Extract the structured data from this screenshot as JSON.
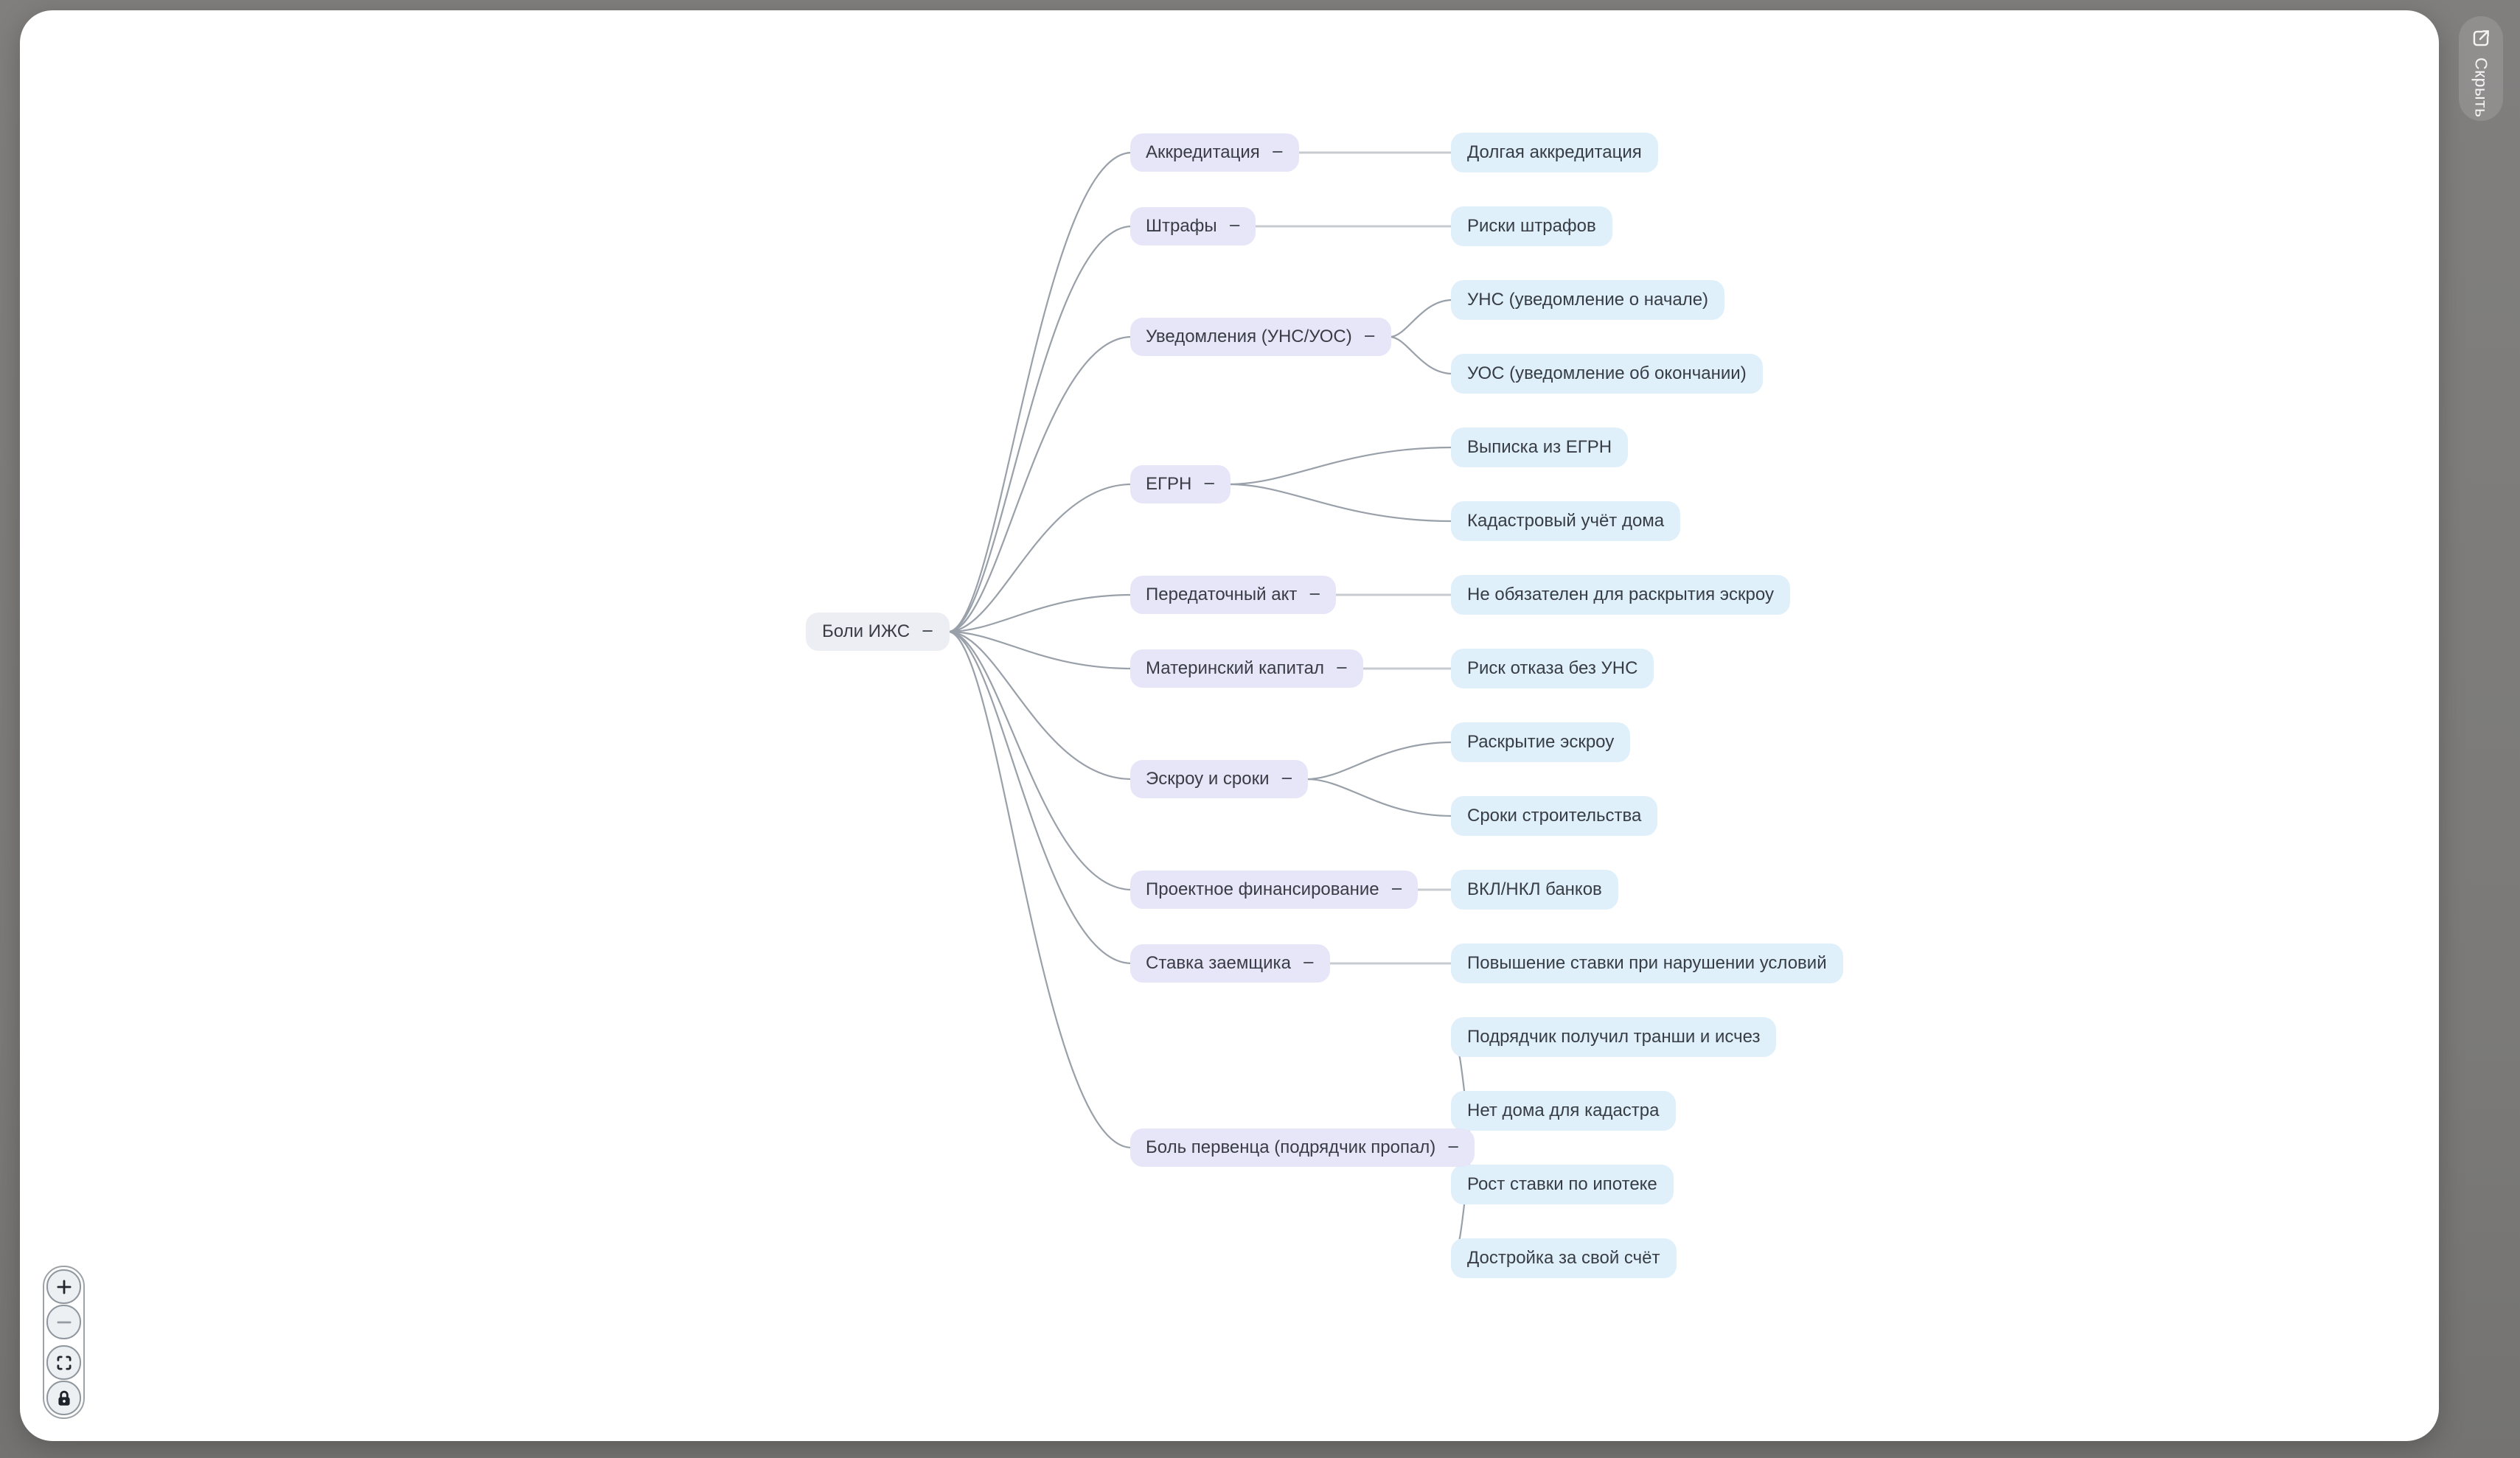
{
  "colors": {
    "page_background": "#7B7A78",
    "canvas_background": "#FFFFFF",
    "root_node_bg": "#EDEEF3",
    "branch_node_bg": "#E7E6F8",
    "leaf_node_bg": "#DFF0FA",
    "node_text": "#383D45",
    "curved_connector": "#99A0A9",
    "straight_connector": "#C7CBD0"
  },
  "mindmap": {
    "collapse_glyph": "−",
    "root": {
      "label": "Боли ИЖС",
      "children": [
        {
          "label": "Аккредитация",
          "children": [
            {
              "label": "Долгая аккредитация"
            }
          ]
        },
        {
          "label": "Штрафы",
          "children": [
            {
              "label": "Риски штрафов"
            }
          ]
        },
        {
          "label": "Уведомления (УНС/УОС)",
          "children": [
            {
              "label": "УНС (уведомление о начале)"
            },
            {
              "label": "УОС (уведомление об окончании)"
            }
          ]
        },
        {
          "label": "ЕГРН",
          "children": [
            {
              "label": "Выписка из ЕГРН"
            },
            {
              "label": "Кадастровый учёт дома"
            }
          ]
        },
        {
          "label": "Передаточный акт",
          "children": [
            {
              "label": "Не обязателен для раскрытия эскроу"
            }
          ]
        },
        {
          "label": "Материнский капитал",
          "children": [
            {
              "label": "Риск отказа без УНС"
            }
          ]
        },
        {
          "label": "Эскроу и сроки",
          "children": [
            {
              "label": "Раскрытие эскроу"
            },
            {
              "label": "Сроки строительства"
            }
          ]
        },
        {
          "label": "Проектное финансирование",
          "children": [
            {
              "label": "ВКЛ/НКЛ банков"
            }
          ]
        },
        {
          "label": "Ставка заемщика",
          "children": [
            {
              "label": "Повышение ставки при нарушении условий"
            }
          ]
        },
        {
          "label": "Боль первенца (подрядчик пропал)",
          "children": [
            {
              "label": "Подрядчик получил транши и исчез"
            },
            {
              "label": "Нет дома для кадастра"
            },
            {
              "label": "Рост ставки по ипотеке"
            },
            {
              "label": "Достройка за свой счёт"
            }
          ]
        }
      ]
    }
  },
  "side_tab": {
    "label": "Скрыть",
    "icon": "expand-icon"
  },
  "zoom_controls": {
    "zoom_in_glyph": "+",
    "zoom_out_glyph": "−",
    "fit_view_icon": "fit-view-icon",
    "lock_icon": "lock-icon"
  }
}
